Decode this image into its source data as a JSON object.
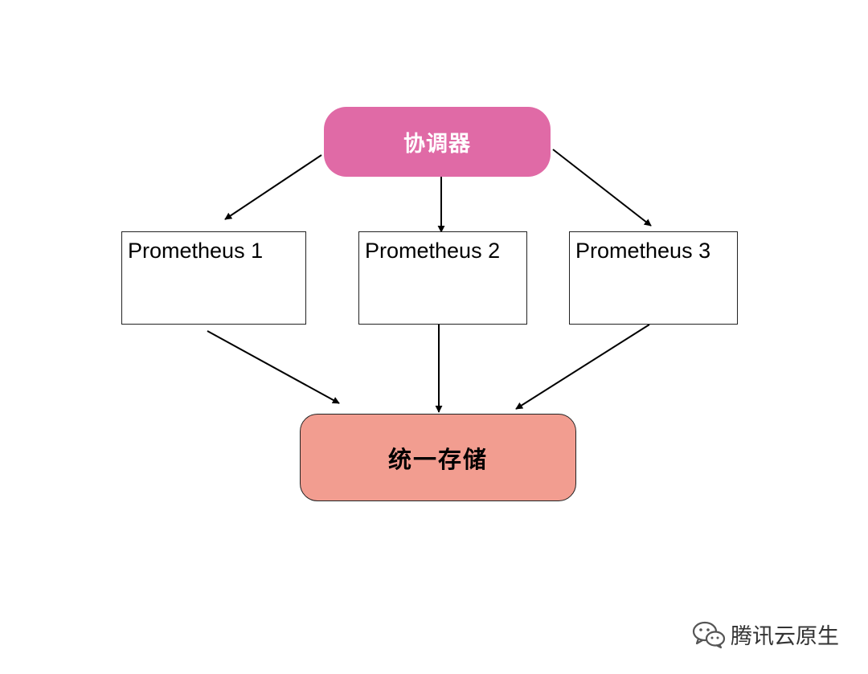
{
  "nodes": {
    "coordinator": {
      "label": "协调器",
      "color": "#e06aa6"
    },
    "prometheus": [
      {
        "label": "Prometheus 1"
      },
      {
        "label": "Prometheus 2"
      },
      {
        "label": "Prometheus 3"
      }
    ],
    "storage": {
      "label": "统一存储",
      "color": "#f29d90"
    }
  },
  "edges": [
    {
      "from": "coordinator",
      "to": "prometheus-1"
    },
    {
      "from": "coordinator",
      "to": "prometheus-2"
    },
    {
      "from": "coordinator",
      "to": "prometheus-3"
    },
    {
      "from": "prometheus-1",
      "to": "storage"
    },
    {
      "from": "prometheus-2",
      "to": "storage"
    },
    {
      "from": "prometheus-3",
      "to": "storage"
    }
  ],
  "watermark": {
    "text": "腾讯云原生",
    "icon": "wechat-icon"
  }
}
